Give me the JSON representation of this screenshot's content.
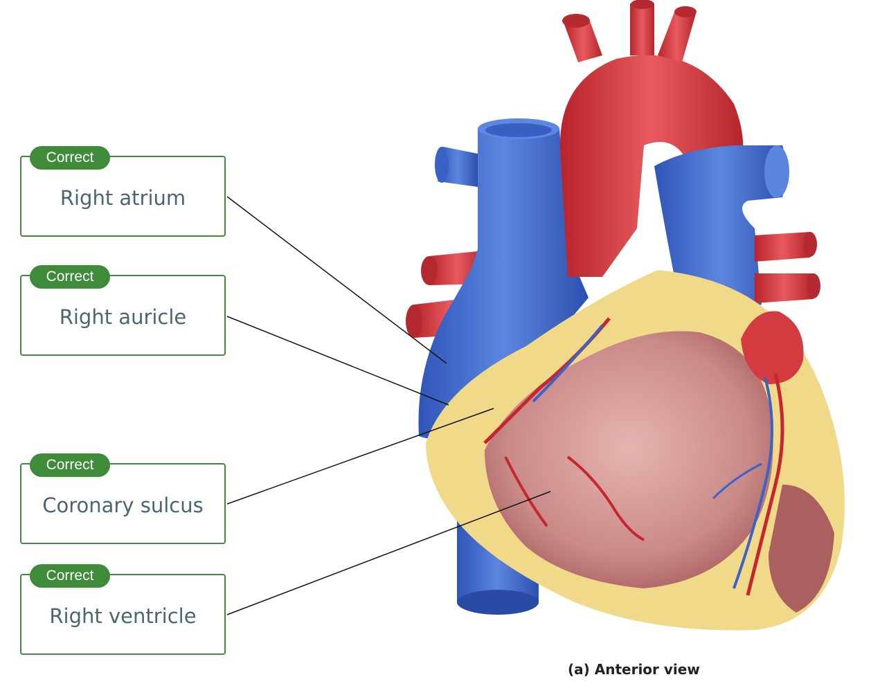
{
  "labels": [
    {
      "status": "Correct",
      "text": "Right atrium"
    },
    {
      "status": "Correct",
      "text": "Right auricle"
    },
    {
      "status": "Correct",
      "text": "Coronary sulcus"
    },
    {
      "status": "Correct",
      "text": "Right ventricle"
    }
  ],
  "caption": "(a)  Anterior view",
  "colors": {
    "correct_green": "#3e8b3a",
    "label_text": "#4a6574",
    "vein_blue": "#3f6fd0",
    "artery_red": "#d2343a",
    "fat_yellow": "#f1d98a",
    "muscle_pink": "#c98a88"
  }
}
